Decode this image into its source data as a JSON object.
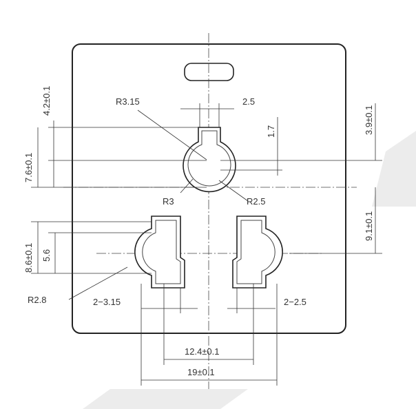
{
  "dimensions": {
    "r_top": "R3.15",
    "w_top": "2.5",
    "h_top_notch": "1.7",
    "left_top_offset": "4.2±0.1",
    "left_top_center": "7.6±0.1",
    "right_top_center": "3.9±0.1",
    "r_inner_left": "R3",
    "r_inner_right": "R2.5",
    "right_lower": "9.1±0.1",
    "left_lower_height": "8.6±0.1",
    "left_lower_inner": "5.6",
    "r_lower": "R2.8",
    "w_left_pins": "2−3.15",
    "w_right_pins": "2−2.5",
    "pin_spacing": "12.4±0.1",
    "overall_width": "19±0.1"
  },
  "colors": {
    "line": "#222222",
    "background": "#ffffff",
    "watermark": "#ececec"
  }
}
